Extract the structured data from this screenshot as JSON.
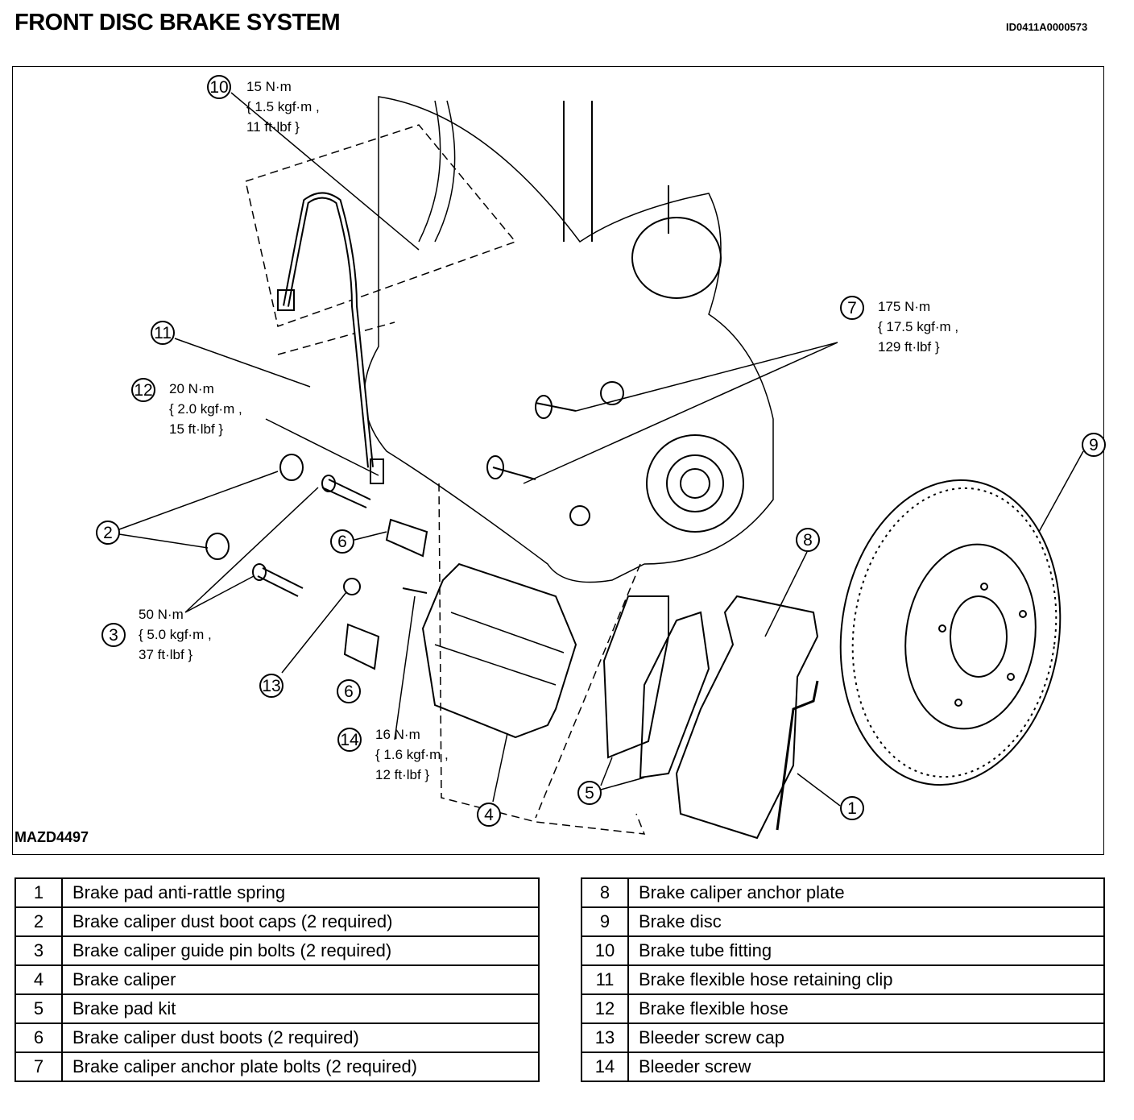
{
  "header": {
    "title": "FRONT DISC BRAKE SYSTEM",
    "doc_id": "ID0411A0000573"
  },
  "figure": {
    "id": "MAZD4497"
  },
  "callouts": {
    "c10": {
      "num": "10",
      "torque": "15 N·m\n{ 1.5 kgf·m ,\n11 ft·lbf }"
    },
    "c11": {
      "num": "11"
    },
    "c12": {
      "num": "12",
      "torque": "20 N·m\n{ 2.0 kgf·m ,\n15 ft·lbf }"
    },
    "c2": {
      "num": "2"
    },
    "c3": {
      "num": "3",
      "torque": "50 N·m\n{ 5.0 kgf·m ,\n37 ft·lbf }"
    },
    "c6a": {
      "num": "6"
    },
    "c6b": {
      "num": "6"
    },
    "c13": {
      "num": "13"
    },
    "c14": {
      "num": "14",
      "torque": "16 N·m\n{ 1.6 kgf·m ,\n12 ft·lbf }"
    },
    "c4": {
      "num": "4"
    },
    "c5": {
      "num": "5"
    },
    "c8": {
      "num": "8"
    },
    "c9": {
      "num": "9"
    },
    "c1": {
      "num": "1"
    },
    "c7": {
      "num": "7",
      "torque": "175 N·m\n{ 17.5 kgf·m ,\n129 ft·lbf }"
    }
  },
  "legend": {
    "left": [
      {
        "n": "1",
        "label": "Brake pad anti-rattle spring"
      },
      {
        "n": "2",
        "label": "Brake caliper dust boot caps (2 required)"
      },
      {
        "n": "3",
        "label": "Brake caliper guide pin bolts (2 required)"
      },
      {
        "n": "4",
        "label": "Brake caliper"
      },
      {
        "n": "5",
        "label": "Brake pad kit"
      },
      {
        "n": "6",
        "label": "Brake caliper dust boots (2 required)"
      },
      {
        "n": "7",
        "label": "Brake caliper anchor plate bolts (2 required)"
      }
    ],
    "right": [
      {
        "n": "8",
        "label": "Brake caliper anchor plate"
      },
      {
        "n": "9",
        "label": "Brake disc"
      },
      {
        "n": "10",
        "label": "Brake tube fitting"
      },
      {
        "n": "11",
        "label": "Brake flexible hose retaining clip"
      },
      {
        "n": "12",
        "label": "Brake flexible hose"
      },
      {
        "n": "13",
        "label": "Bleeder screw cap"
      },
      {
        "n": "14",
        "label": "Bleeder screw"
      }
    ]
  }
}
